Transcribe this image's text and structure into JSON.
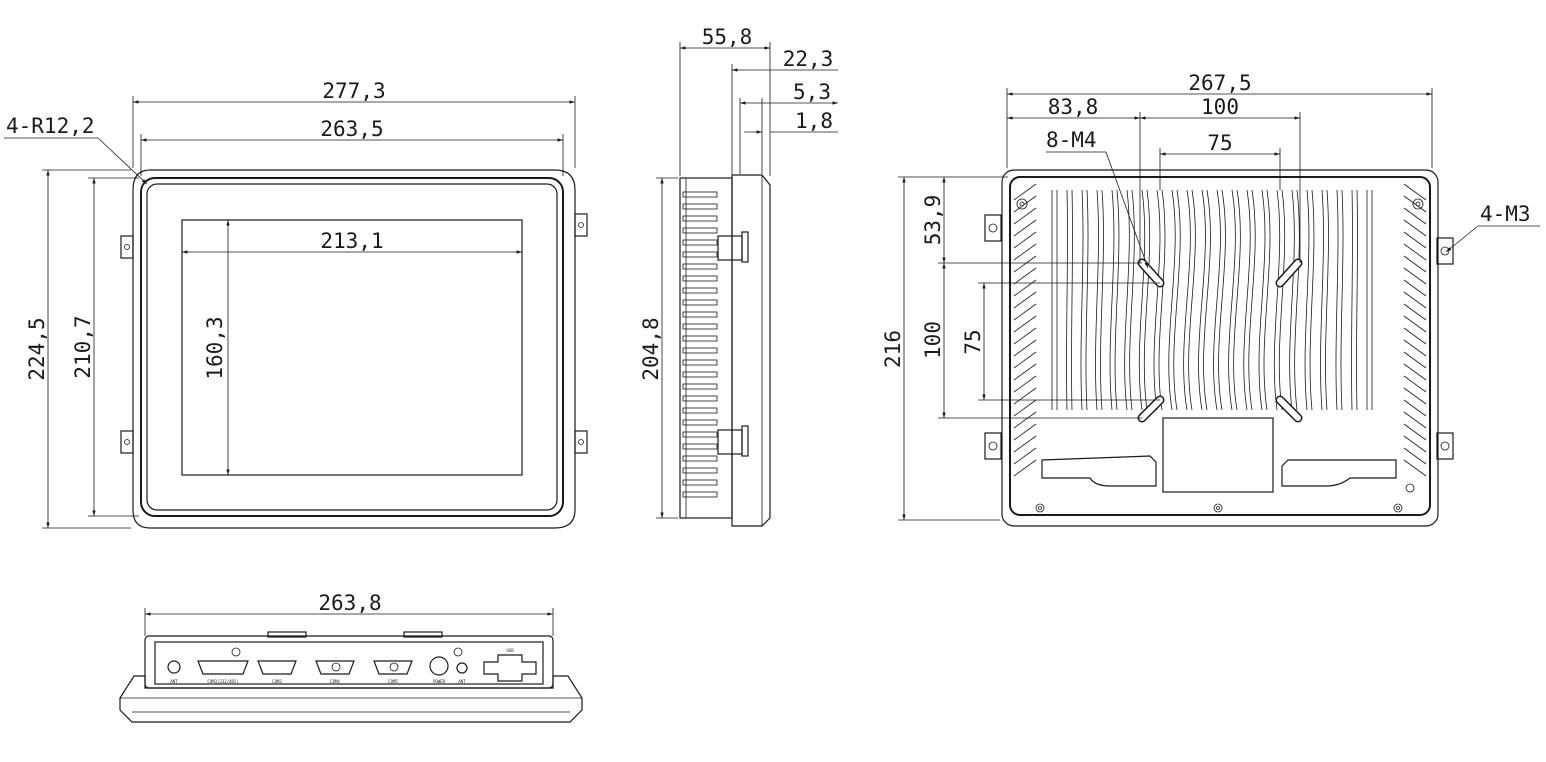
{
  "colors": {
    "line": "#1a1a1a",
    "background": "#ffffff"
  },
  "front_view": {
    "dims": {
      "overall_width": "277,3",
      "frame_width": "263,5",
      "corner_radius": "4-R12,2",
      "active_width": "213,1",
      "active_height": "160,3",
      "overall_height": "224,5",
      "frame_height": "210,7"
    }
  },
  "side_view": {
    "dims": {
      "depth": "55,8",
      "flange_depth": "22,3",
      "bezel_depth": "5,3",
      "lip_depth": "1,8",
      "height": "204,8"
    }
  },
  "rear_view": {
    "dims": {
      "overall_width": "267,5",
      "offset_left": "83,8",
      "vesa_large_width": "100",
      "vesa_small_width": "75",
      "vesa_holes": "8-M4",
      "mount_holes": "4-M3",
      "top_offset": "53,9",
      "overall_height": "216",
      "vesa_large_height": "100",
      "vesa_small_height": "75"
    }
  },
  "bottom_view": {
    "dims": {
      "width": "263,8"
    },
    "ports": [
      "ANT",
      "COM3(232/485)",
      "COM3",
      "COM4",
      "COM5",
      "POWER",
      "ANT",
      "USB"
    ]
  }
}
